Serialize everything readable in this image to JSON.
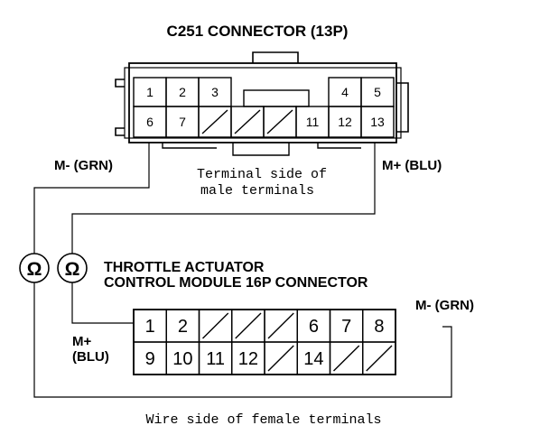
{
  "connector_top": {
    "title": "C251 CONNECTOR (13P)",
    "row1": [
      "1",
      "2",
      "3",
      "",
      "4",
      "5"
    ],
    "row2": [
      "6",
      "7",
      "",
      "",
      "",
      "11",
      "12",
      "13"
    ],
    "side_note_line1": "Terminal side of",
    "side_note_line2": "male terminals"
  },
  "connector_bottom": {
    "title_line1": "THROTTLE ACTUATOR",
    "title_line2": "CONTROL MODULE 16P CONNECTOR",
    "row1": [
      "1",
      "2",
      "",
      "",
      "",
      "6",
      "7",
      "8"
    ],
    "row2": [
      "9",
      "10",
      "11",
      "12",
      "",
      "14",
      "",
      ""
    ],
    "side_note": "Wire side of female terminals"
  },
  "wire_labels": {
    "top_left": "M- (GRN)",
    "top_right": "M+ (BLU)",
    "bottom_left_line1": "M+",
    "bottom_left_line2": "(BLU)",
    "bottom_right": "M- (GRN)"
  },
  "meter_symbol": "Ω"
}
